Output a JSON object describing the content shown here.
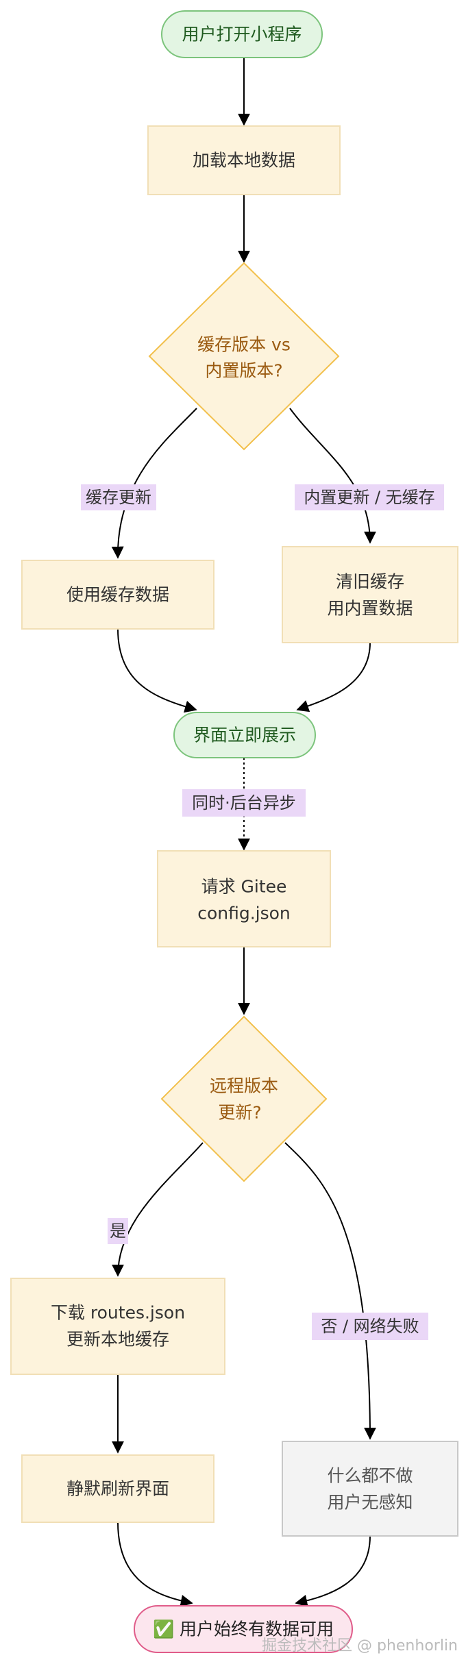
{
  "nodes": {
    "start": "用户打开小程序",
    "load_local": "加载本地数据",
    "compare_1": "缓存版本 vs",
    "compare_2": "内置版本?",
    "use_cache": "使用缓存数据",
    "clear_1": "清旧缓存",
    "clear_2": "用内置数据",
    "show_ui": "界面立即展示",
    "request_1": "请求 Gitee",
    "request_2": "config.json",
    "remote_1": "远程版本",
    "remote_2": "更新?",
    "download_1": "下载 routes.json",
    "download_2": "更新本地缓存",
    "refresh": "静默刷新界面",
    "nothing_1": "什么都不做",
    "nothing_2": "用户无感知",
    "end": "✅ 用户始终有数据可用"
  },
  "edges": {
    "cache_newer": "缓存更新",
    "builtin_newer": "内置更新 / 无缓存",
    "async": "同时·后台异步",
    "yes": "是",
    "no": "否 / 网络失败"
  },
  "watermark": "掘金技术社区 @ phenhorlin",
  "colors": {
    "process_fill": "#fdf3dc",
    "process_stroke": "#f1dfb6",
    "decision_fill": "#fdf3dc",
    "decision_stroke": "#f2c04c",
    "decision_text": "#9a5a10",
    "terminal_fill": "#e3f5e3",
    "terminal_stroke": "#7cc47c",
    "terminal_text": "#1f5a1f",
    "end_fill": "#fce6ee",
    "end_stroke": "#e05c8a",
    "neutral_fill": "#f3f3f3",
    "neutral_stroke": "#c8c8c8",
    "neutral_text": "#555555",
    "label_bg": "#ead7f7"
  }
}
